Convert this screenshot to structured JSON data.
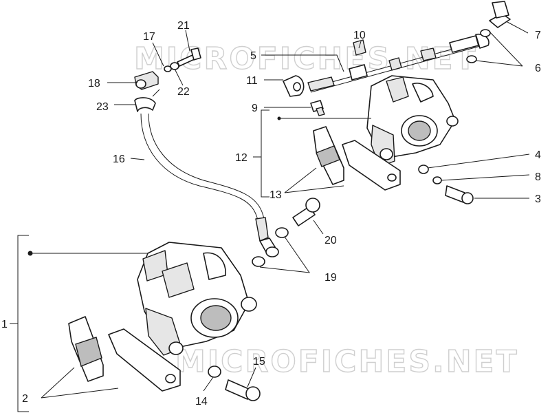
{
  "watermark": "MICROFICHES.NET",
  "callouts": {
    "c1": "1",
    "c2": "2",
    "c3": "3",
    "c4": "4",
    "c5": "5",
    "c6": "6",
    "c7": "7",
    "c8": "8",
    "c9": "9",
    "c10": "10",
    "c11": "11",
    "c12": "12",
    "c13": "13",
    "c14": "14",
    "c15": "15",
    "c16": "16",
    "c17": "17",
    "c18": "18",
    "c19": "19",
    "c20": "20",
    "c21": "21",
    "c22": "22",
    "c23": "23"
  }
}
